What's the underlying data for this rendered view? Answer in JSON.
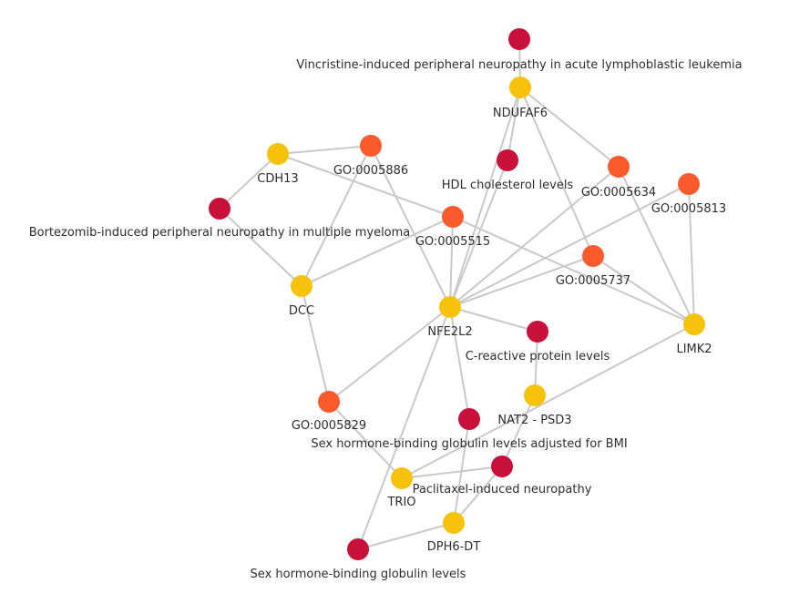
{
  "colors": {
    "disease": "#c8103a",
    "gene": "#f7c20c",
    "go_term": "#fb5a2d",
    "edge": "#c9c9c9"
  },
  "nodes": [
    {
      "id": "vincristine",
      "label": "Vincristine-induced peripheral neuropathy in acute lymphoblastic leukemia",
      "type": "disease"
    },
    {
      "id": "ndufaf6",
      "label": "NDUFAF6",
      "type": "gene"
    },
    {
      "id": "cdh13",
      "label": "CDH13",
      "type": "gene"
    },
    {
      "id": "go5886",
      "label": "GO:0005886",
      "type": "go_term"
    },
    {
      "id": "hdl",
      "label": "HDL cholesterol levels",
      "type": "disease"
    },
    {
      "id": "go5634",
      "label": "GO:0005634",
      "type": "go_term"
    },
    {
      "id": "go5813",
      "label": "GO:0005813",
      "type": "go_term"
    },
    {
      "id": "bortezomib",
      "label": "Bortezomib-induced peripheral neuropathy in multiple myeloma",
      "type": "disease"
    },
    {
      "id": "go5515",
      "label": "GO:0005515",
      "type": "go_term"
    },
    {
      "id": "go5737",
      "label": "GO:0005737",
      "type": "go_term"
    },
    {
      "id": "dcc",
      "label": "DCC",
      "type": "gene"
    },
    {
      "id": "nfe2l2",
      "label": "NFE2L2",
      "type": "gene"
    },
    {
      "id": "crp",
      "label": "C-reactive protein levels",
      "type": "disease"
    },
    {
      "id": "limk2",
      "label": "LIMK2",
      "type": "gene"
    },
    {
      "id": "nat2",
      "label": "NAT2 -  PSD3",
      "type": "gene"
    },
    {
      "id": "go5829",
      "label": "GO:0005829",
      "type": "go_term"
    },
    {
      "id": "shbg_bmi",
      "label": "Sex hormone-binding globulin levels adjusted for BMI",
      "type": "disease"
    },
    {
      "id": "paclitaxel",
      "label": "Paclitaxel-induced neuropathy",
      "type": "disease"
    },
    {
      "id": "trio",
      "label": "TRIO",
      "type": "gene"
    },
    {
      "id": "dph6",
      "label": "DPH6-DT",
      "type": "gene"
    },
    {
      "id": "shbg",
      "label": "Sex hormone-binding globulin levels",
      "type": "disease"
    }
  ],
  "edges": [
    [
      "vincristine",
      "ndufaf6"
    ],
    [
      "ndufaf6",
      "hdl"
    ],
    [
      "ndufaf6",
      "go5634"
    ],
    [
      "ndufaf6",
      "go5737"
    ],
    [
      "ndufaf6",
      "nfe2l2"
    ],
    [
      "cdh13",
      "go5886"
    ],
    [
      "cdh13",
      "bortezomib"
    ],
    [
      "cdh13",
      "go5515"
    ],
    [
      "go5886",
      "dcc"
    ],
    [
      "go5886",
      "nfe2l2"
    ],
    [
      "bortezomib",
      "dcc"
    ],
    [
      "go5515",
      "dcc"
    ],
    [
      "go5515",
      "nfe2l2"
    ],
    [
      "go5515",
      "limk2"
    ],
    [
      "hdl",
      "nfe2l2"
    ],
    [
      "go5634",
      "nfe2l2"
    ],
    [
      "go5634",
      "limk2"
    ],
    [
      "go5813",
      "nfe2l2"
    ],
    [
      "go5813",
      "limk2"
    ],
    [
      "go5737",
      "nfe2l2"
    ],
    [
      "go5737",
      "limk2"
    ],
    [
      "dcc",
      "go5829"
    ],
    [
      "nfe2l2",
      "crp"
    ],
    [
      "nfe2l2",
      "go5829"
    ],
    [
      "nfe2l2",
      "shbg_bmi"
    ],
    [
      "nfe2l2",
      "shbg"
    ],
    [
      "crp",
      "nat2"
    ],
    [
      "nat2",
      "paclitaxel"
    ],
    [
      "limk2",
      "trio"
    ],
    [
      "go5829",
      "trio"
    ],
    [
      "trio",
      "paclitaxel"
    ],
    [
      "shbg_bmi",
      "dph6"
    ],
    [
      "paclitaxel",
      "dph6"
    ],
    [
      "dph6",
      "shbg"
    ]
  ]
}
